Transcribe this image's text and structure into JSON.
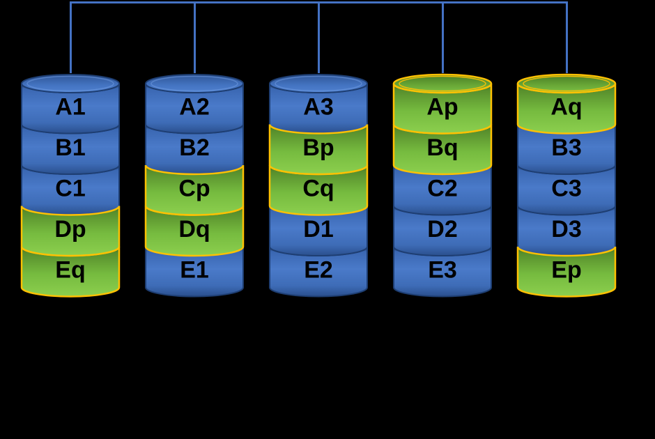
{
  "diagram": {
    "kind": "raid6-block-layout",
    "background": "#000000",
    "label_color": "#000000",
    "bus": {
      "color": "#4472c4"
    },
    "block_colors": {
      "data": {
        "fill": "#4472c4",
        "stroke": "#1e3e72"
      },
      "parity": {
        "fill": "#76bb3f",
        "stroke": "#ffc103"
      }
    },
    "disks": [
      {
        "id": "disk-1",
        "blocks": [
          {
            "label": "A1",
            "type": "data"
          },
          {
            "label": "B1",
            "type": "data"
          },
          {
            "label": "C1",
            "type": "data"
          },
          {
            "label": "Dp",
            "type": "parity"
          },
          {
            "label": "Eq",
            "type": "parity"
          }
        ]
      },
      {
        "id": "disk-2",
        "blocks": [
          {
            "label": "A2",
            "type": "data"
          },
          {
            "label": "B2",
            "type": "data"
          },
          {
            "label": "Cp",
            "type": "parity"
          },
          {
            "label": "Dq",
            "type": "parity"
          },
          {
            "label": "E1",
            "type": "data"
          }
        ]
      },
      {
        "id": "disk-3",
        "blocks": [
          {
            "label": "A3",
            "type": "data"
          },
          {
            "label": "Bp",
            "type": "parity"
          },
          {
            "label": "Cq",
            "type": "parity"
          },
          {
            "label": "D1",
            "type": "data"
          },
          {
            "label": "E2",
            "type": "data"
          }
        ]
      },
      {
        "id": "disk-4",
        "blocks": [
          {
            "label": "Ap",
            "type": "parity"
          },
          {
            "label": "Bq",
            "type": "parity"
          },
          {
            "label": "C2",
            "type": "data"
          },
          {
            "label": "D2",
            "type": "data"
          },
          {
            "label": "E3",
            "type": "data"
          }
        ]
      },
      {
        "id": "disk-5",
        "blocks": [
          {
            "label": "Aq",
            "type": "parity"
          },
          {
            "label": "B3",
            "type": "data"
          },
          {
            "label": "C3",
            "type": "data"
          },
          {
            "label": "D3",
            "type": "data"
          },
          {
            "label": "Ep",
            "type": "parity"
          }
        ]
      }
    ]
  }
}
